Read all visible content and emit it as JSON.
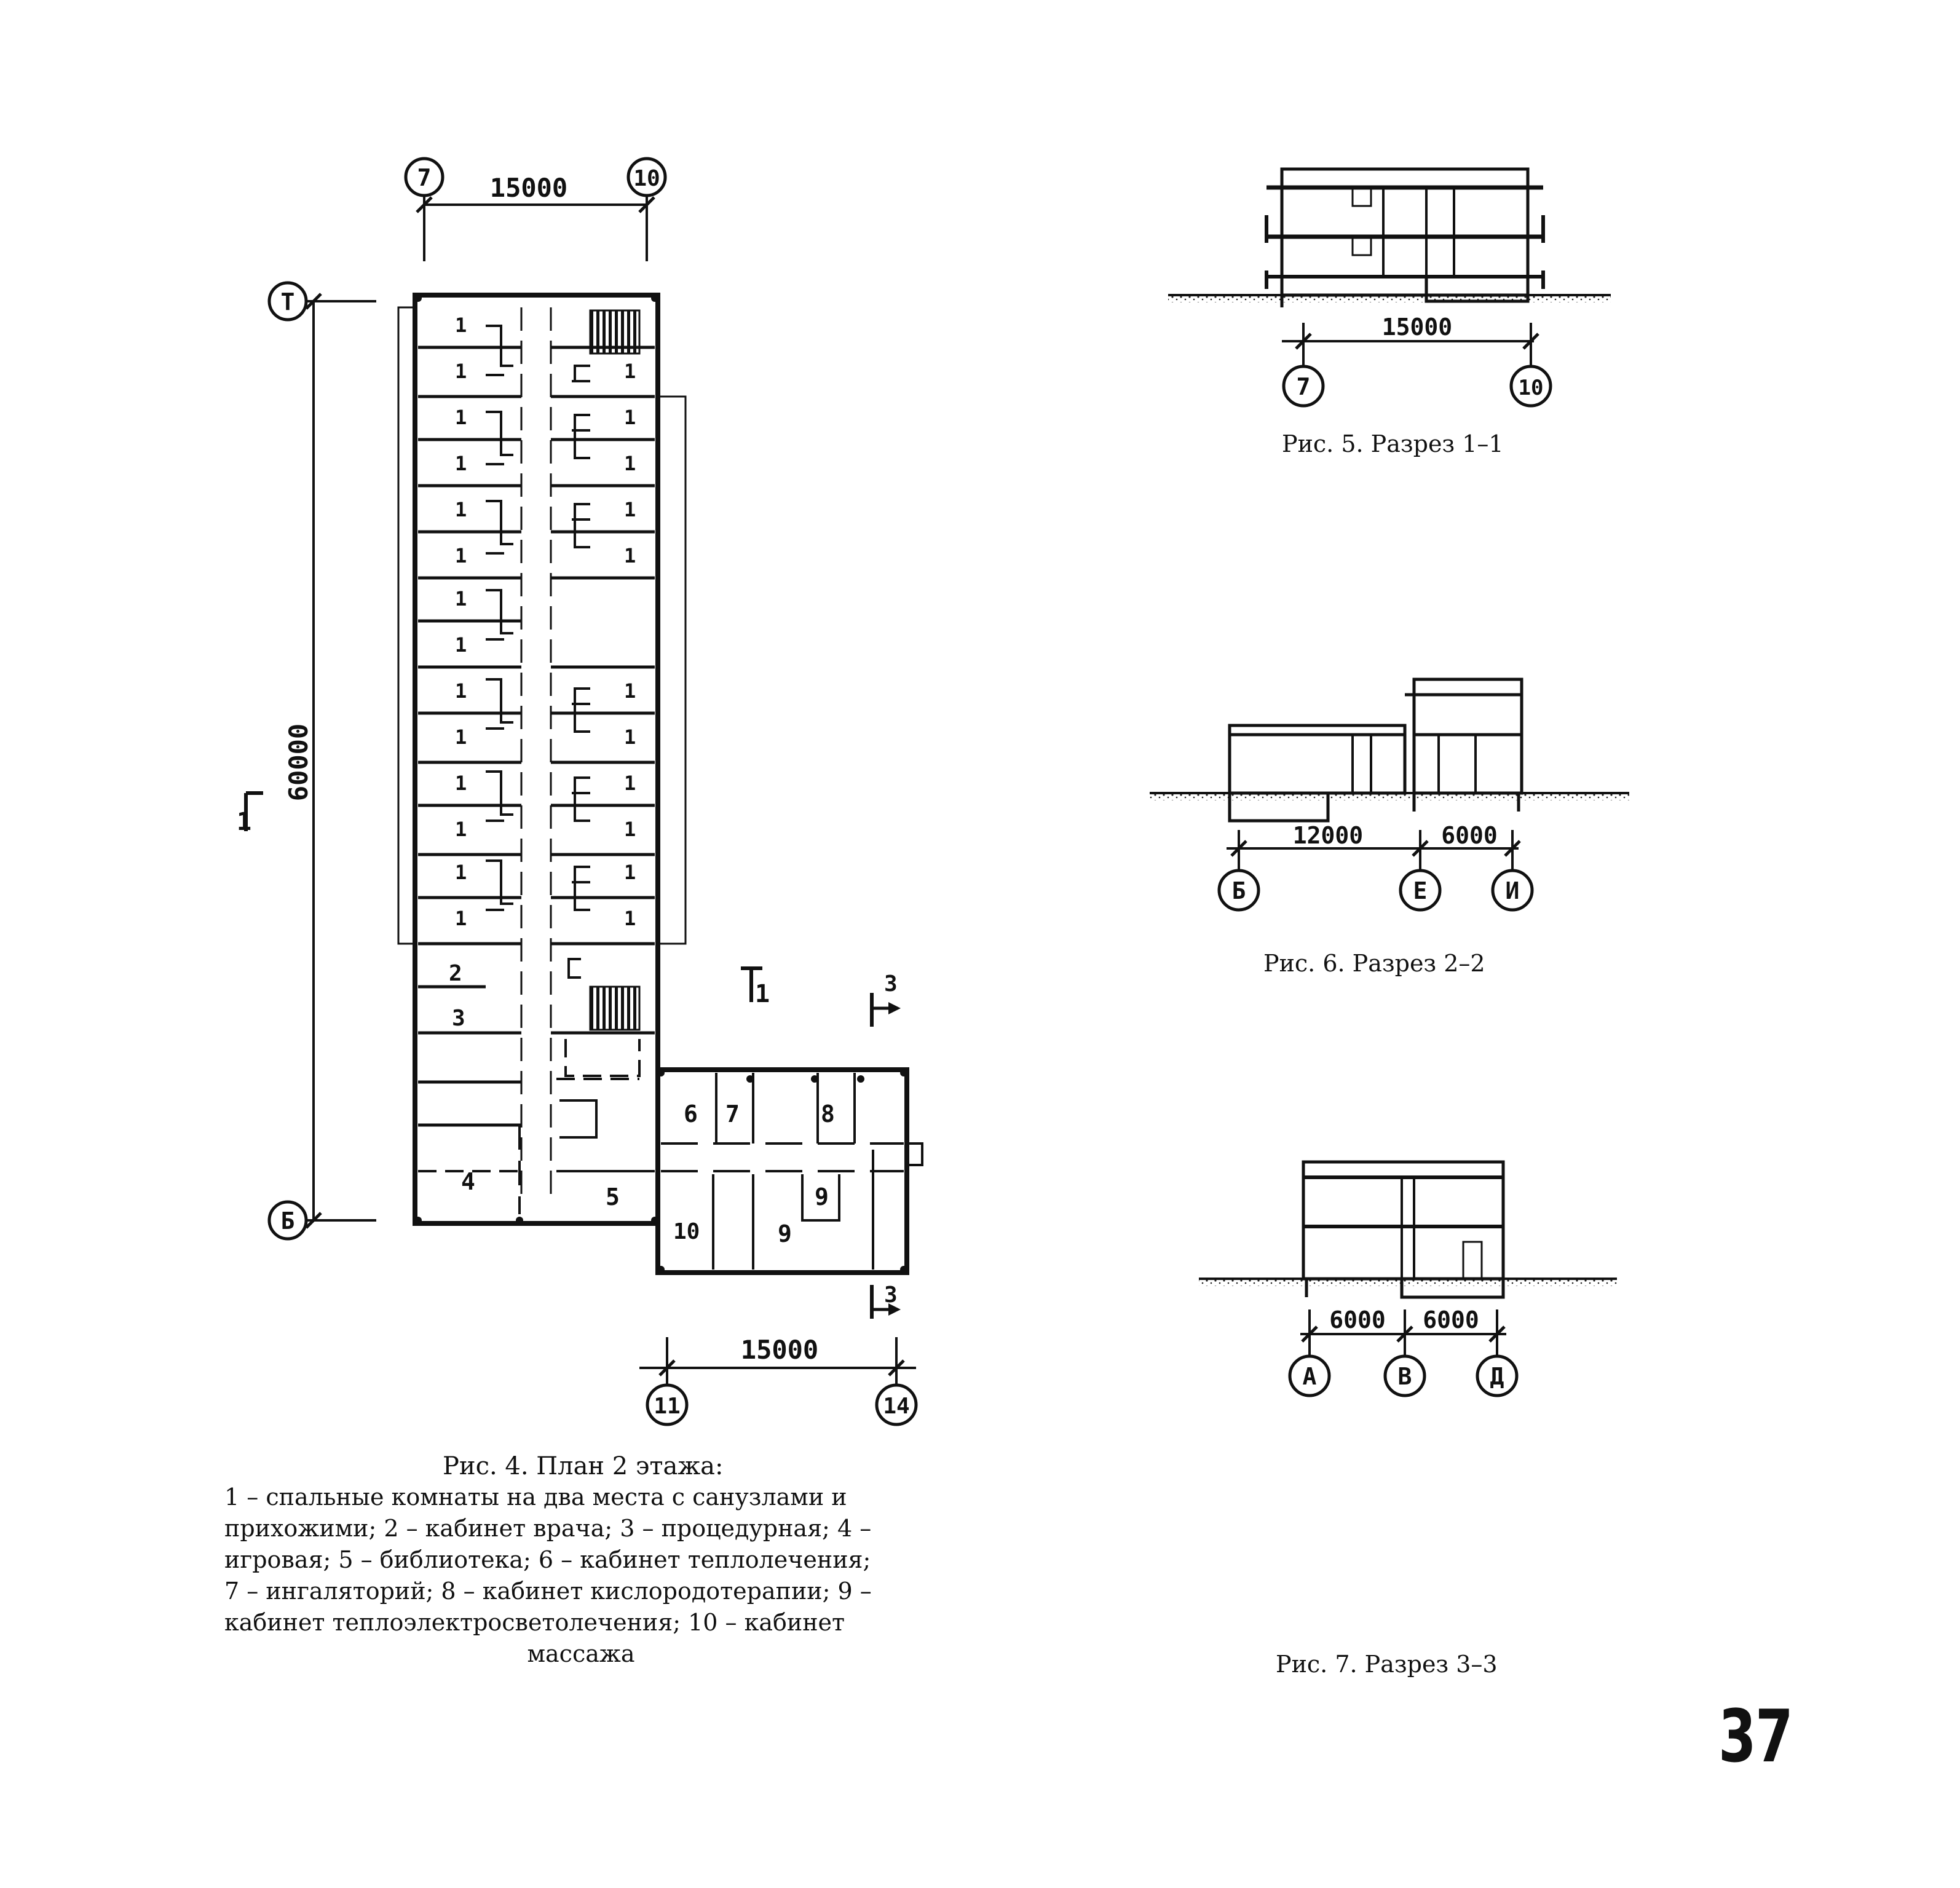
{
  "fig4": {
    "caption": "Рис. 4. План 2 этажа:",
    "legend": [
      "1 – спальные комнаты  на  два места с санузлами и",
      "прихожими;  2 – кабинет врача;  3 – процедурная;  4 –",
      "игровая;  5 – библиотека;  6 – кабинет   теплолечения;",
      "7 – ингаляторий;  8 – кабинет  кислородотерапии;  9 –",
      "кабинет   теплоэлектросветолечения;     10   –   кабинет"
    ],
    "legend_last": "массажа",
    "dims": {
      "top": "15000",
      "left": "60000",
      "bottom": "15000"
    },
    "axes": {
      "top_left": "7",
      "top_right": "10",
      "side_top": "Т",
      "side_bottom": "Б",
      "bottom_left": "11",
      "bottom_right": "14"
    },
    "section_marks": {
      "s1": "1",
      "s3": "3"
    },
    "rooms": {
      "r1": "1",
      "r2": "2",
      "r3": "3",
      "r4": "4",
      "r5": "5",
      "r6": "6",
      "r7": "7",
      "r8": "8",
      "r9": "9",
      "r10": "10"
    }
  },
  "fig5": {
    "caption": "Рис. 5. Разрез 1–1",
    "dim": "15000",
    "axis_left": "7",
    "axis_right": "10"
  },
  "fig6": {
    "caption": "Рис. 6. Разрез 2–2",
    "dim_left": "12000",
    "dim_right": "6000",
    "axis_1": "Б",
    "axis_2": "Е",
    "axis_3": "И"
  },
  "fig7": {
    "caption": "Рис. 7. Разрез 3–3",
    "dim_left": "6000",
    "dim_right": "6000",
    "axis_1": "А",
    "axis_2": "В",
    "axis_3": "Д"
  },
  "page_number": "37"
}
